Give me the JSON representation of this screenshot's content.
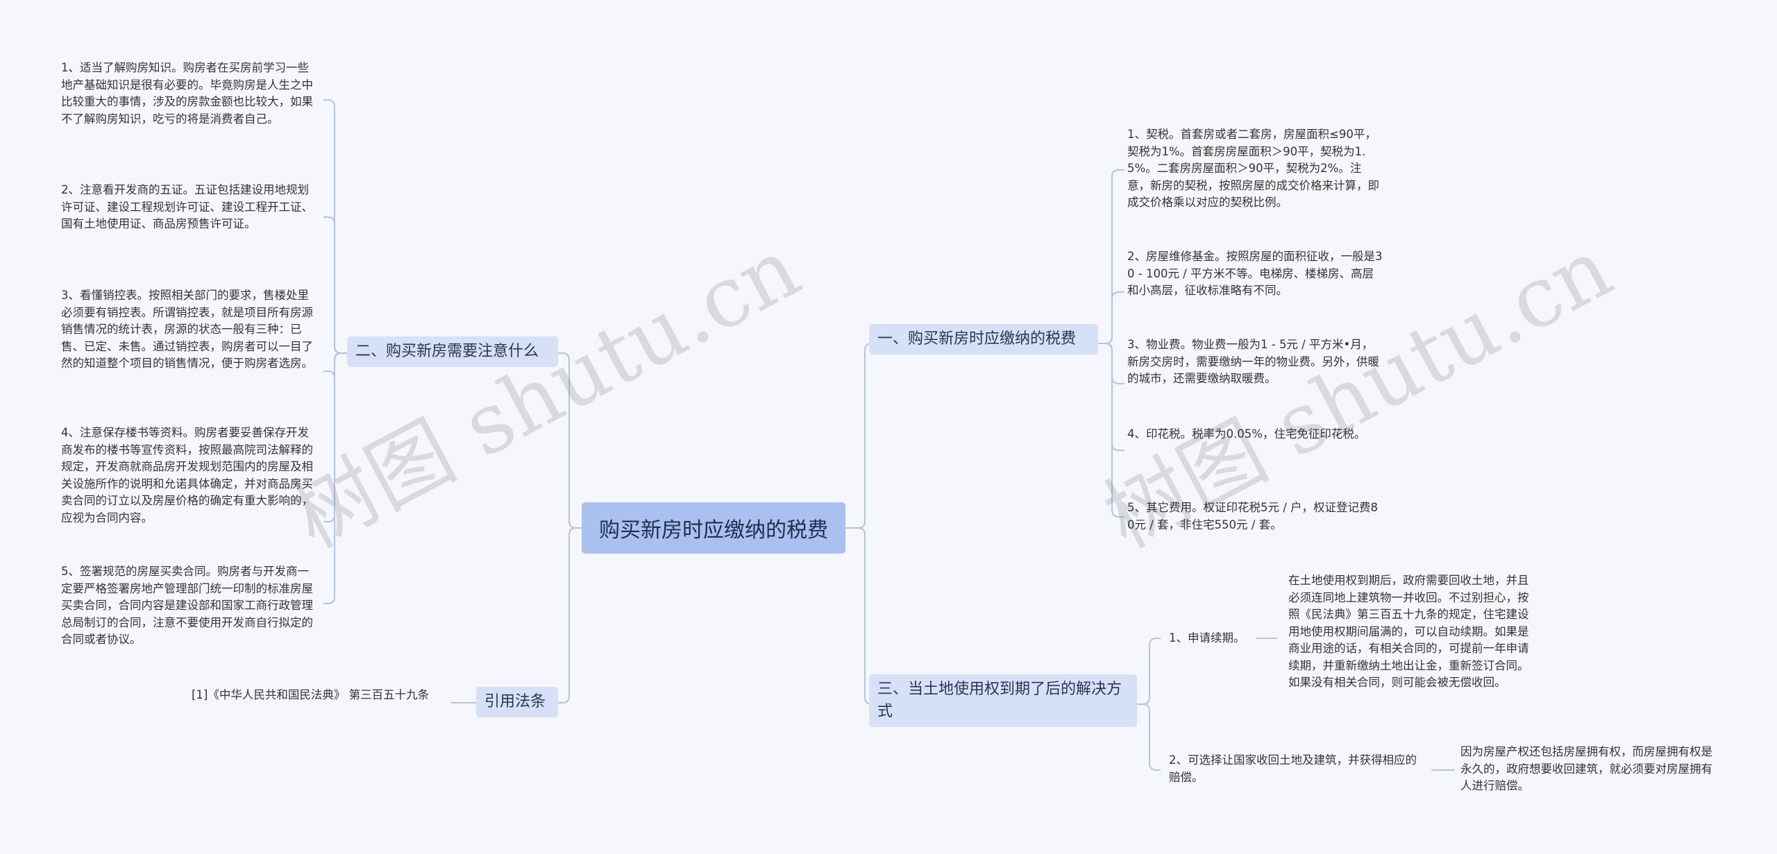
{
  "root": {
    "label": "购买新房时应缴纳的税费"
  },
  "branches": {
    "taxes": {
      "label": "一、购买新房时应缴纳的税费",
      "items": [
        "1、契税。首套房或者二套房，房屋面积≤90平，契税为1%。首套房房屋面积＞90平，契税为1.5%。二套房房屋面积＞90平，契税为2%。注意，新房的契税，按照房屋的成交价格来计算，即成交价格乘以对应的契税比例。",
        "2、房屋维修基金。按照房屋的面积征收，一般是30 - 100元 / 平方米不等。电梯房、楼梯房、高层和小高层，征收标准略有不同。",
        "3、物业费。物业费一般为1 - 5元 / 平方米•月，新房交房时，需要缴纳一年的物业费。另外，供暖的城市，还需要缴纳取暖费。",
        "4、印花税。税率为0.05%，住宅免征印花税。",
        "5、其它费用。权证印花税5元 / 户，权证登记费80元 / 套，非住宅550元 / 套。"
      ]
    },
    "notes": {
      "label": "二、购买新房需要注意什么",
      "items": [
        "1、适当了解购房知识。购房者在买房前学习一些地产基础知识是很有必要的。毕竟购房是人生之中比较重大的事情，涉及的房款金额也比较大，如果不了解购房知识，吃亏的将是消费者自己。",
        "2、注意看开发商的五证。五证包括建设用地规划许可证、建设工程规划许可证、建设工程开工证、国有土地使用证、商品房预售许可证。",
        "3、看懂销控表。按照相关部门的要求，售楼处里必须要有销控表。所谓销控表，就是项目所有房源销售情况的统计表，房源的状态一般有三种：已售、已定、未售。通过销控表，购房者可以一目了然的知道整个项目的销售情况，便于购房者选房。",
        "4、注意保存楼书等资料。购房者要妥善保存开发商发布的楼书等宣传资料，按照最高院司法解释的规定，开发商就商品房开发规划范围内的房屋及相关设施所作的说明和允诺具体确定，并对商品房买卖合同的订立以及房屋价格的确定有重大影响的，应视为合同内容。",
        "5、签署规范的房屋买卖合同。购房者与开发商一定要严格签署房地产管理部门统一印制的标准房屋买卖合同，合同内容是建设部和国家工商行政管理总局制订的合同，注意不要使用开发商自行拟定的合同或者协议。"
      ]
    },
    "expiry": {
      "label": "三、当土地使用权到期了后的解决方式",
      "items": [
        {
          "label": "1、申请续期。",
          "detail": "在土地使用权到期后，政府需要回收土地，并且必须连同地上建筑物一并收回。不过别担心，按照《民法典》第三百五十九条的规定，住宅建设用地使用权期间届满的，可以自动续期。如果是商业用途的话，有相关合同的，可提前一年申请续期，并重新缴纳土地出让金，重新签订合同。如果没有相关合同，则可能会被无偿收回。"
        },
        {
          "label": "2、可选择让国家收回土地及建筑，并获得相应的赔偿。",
          "detail": "因为房屋产权还包括房屋拥有权，而房屋拥有权是永久的，政府想要收回建筑，就必须要对房屋拥有人进行赔偿。"
        }
      ]
    },
    "law": {
      "label": "引用法条",
      "items": [
        "[1]《中华人民共和国民法典》 第三百五十九条"
      ]
    }
  },
  "watermark": {
    "left": "树图 shutu.cn",
    "right": "树图 shutu.cn"
  },
  "colors": {
    "line": "#b3c3e3",
    "root": "#aac0ef",
    "branch": "#d6e1f7",
    "background": "#f5f7fc"
  }
}
